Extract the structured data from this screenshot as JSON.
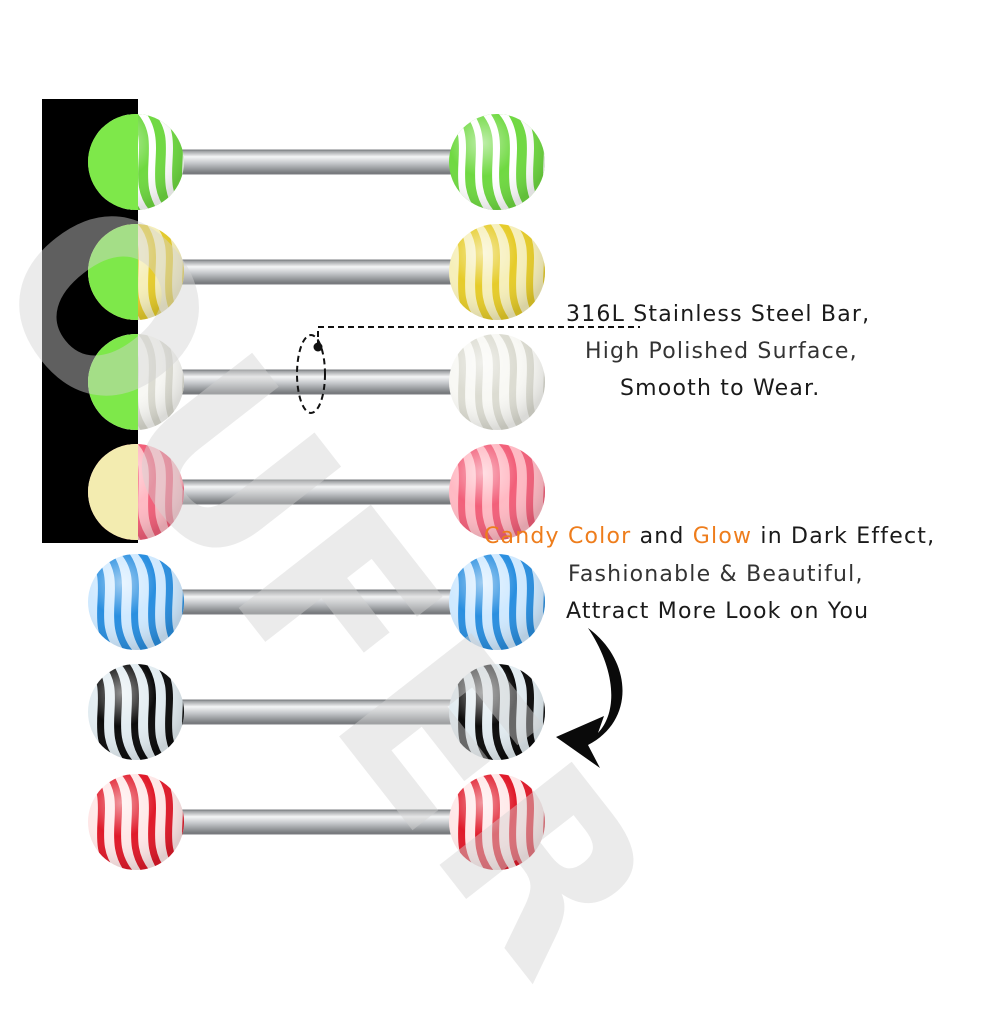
{
  "watermark": "OUFER",
  "callout_steel": {
    "line1": "316L Stainless Steel Bar,",
    "line2": "High Polished Surface,",
    "line3": "Smooth to Wear."
  },
  "callout_color": {
    "line1_part1": "Candy Color",
    "line1_part2": " and ",
    "line1_part3": "Glow",
    "line1_part4": " in Dark Effect,",
    "line2": "Fashionable & Beautiful,",
    "line3": "Attract More Look on You"
  },
  "colors": {
    "accent": "#ee7d1c",
    "glow_panel": "#000000",
    "glow_green": "#7ee84a",
    "glow_yellow": "#f3ecb0"
  },
  "barbells": [
    {
      "ball_color": "#6fd941",
      "stripe_color": "#ffffff",
      "left_glow": "#7ee84a"
    },
    {
      "ball_color": "#f6efb9",
      "stripe_color": "#e6cc2a",
      "left_glow": "#7ee84a"
    },
    {
      "ball_color": "#f8f8f4",
      "stripe_color": "#dcdcd2",
      "left_glow": "#7ee84a"
    },
    {
      "ball_color": "#ffb9c3",
      "stripe_color": "#f2607a",
      "left_glow": "#f3ecb0"
    },
    {
      "ball_color": "#cfe9ff",
      "stripe_color": "#2a8fe0",
      "left_glow": null
    },
    {
      "ball_color": "#e2ecf1",
      "stripe_color": "#0c0c0c",
      "left_glow": null
    },
    {
      "ball_color": "#ffe7e7",
      "stripe_color": "#e01a2a",
      "left_glow": null
    }
  ]
}
